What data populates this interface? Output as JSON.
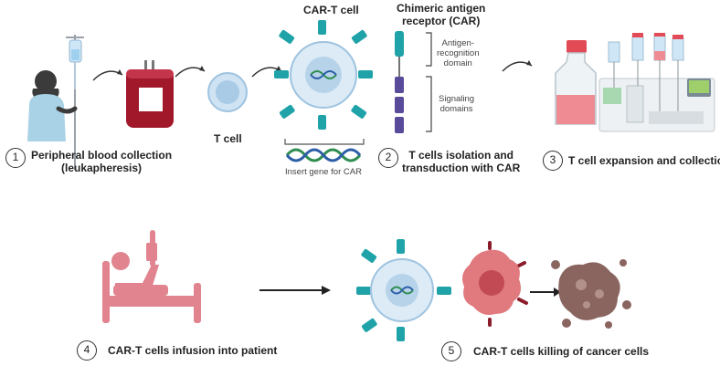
{
  "labels": {
    "car_t_cell": "CAR-T cell",
    "car_title": "Chimeric antigen\nreceptor (CAR)",
    "antigen_domain": "Antigen-\nrecognition\ndomain",
    "signaling_domains": "Signaling\ndomains",
    "t_cell": "T cell",
    "insert_gene": "Insert gene for CAR"
  },
  "steps": [
    {
      "number": "1",
      "label": "Peripheral blood collection\n(leukapheresis)"
    },
    {
      "number": "2",
      "label": "T cells isolation and\ntransduction with CAR"
    },
    {
      "number": "3",
      "label": "T cell expansion and collection"
    },
    {
      "number": "4",
      "label": "CAR-T cells infusion into patient"
    },
    {
      "number": "5",
      "label": "CAR-T cells killing of cancer cells"
    }
  ],
  "colors": {
    "teal": "#1fa3a8",
    "purple": "#5a4a9a",
    "blood": "#a0182a",
    "cell_blue": "#b9d7ec",
    "bed_pink": "#e1848f",
    "cancer": "#e07a7e",
    "dead_cell": "#8a6560"
  },
  "icons": [
    "iv-stand-icon",
    "patient-icon",
    "blood-bag-icon",
    "dna-icon",
    "flask-icon",
    "bioreactor-icon",
    "hospital-bed-icon",
    "cancer-cell-icon",
    "dead-cell-icon"
  ]
}
